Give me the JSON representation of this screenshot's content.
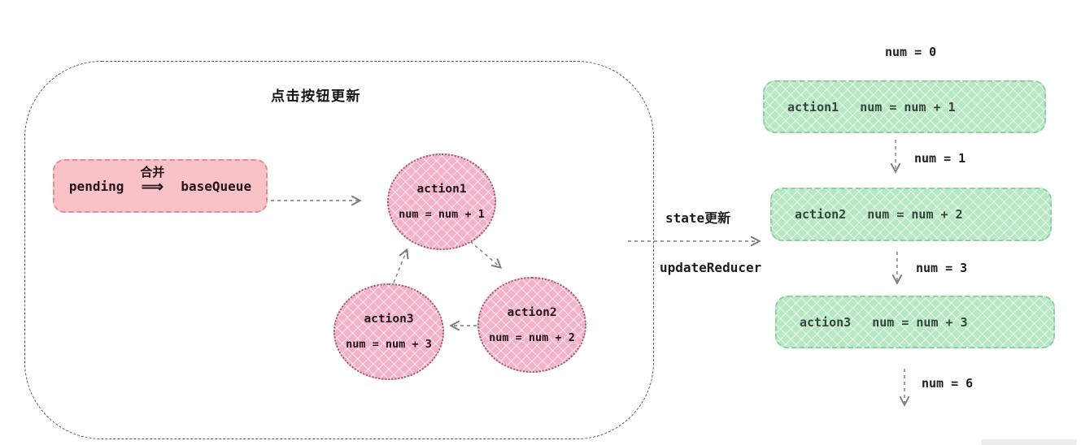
{
  "left_panel": {
    "title": "点击按钮更新",
    "merge_box": {
      "top_label": "合并",
      "left_term": "pending",
      "arrow_symbol": "⟹",
      "right_term": "baseQueue"
    },
    "nodes": [
      {
        "name": "action1",
        "expr": "num = num + 1"
      },
      {
        "name": "action2",
        "expr": "num = num + 2"
      },
      {
        "name": "action3",
        "expr": "num = num + 3"
      }
    ]
  },
  "transition": {
    "top_label": "state更新",
    "bottom_label": "updateReducer"
  },
  "right_panel": {
    "initial_value": "num = 0",
    "steps": [
      {
        "name": "action1",
        "expr": "num = num + 1",
        "result": "num = 1"
      },
      {
        "name": "action2",
        "expr": "num = num + 2",
        "result": "num = 3"
      },
      {
        "name": "action3",
        "expr": "num = num + 3",
        "result": "num = 6"
      }
    ]
  },
  "colors": {
    "pink_box_fill": "#f8c2c6",
    "pink_box_border": "#df8e96",
    "circle_fill": "#f1b2ca",
    "circle_border": "#a05a6e",
    "green_box_fill": "#b7e7c3",
    "green_box_border": "#8fcfa2",
    "arrow": "#7b7b7b",
    "container_border": "#5a5a5a",
    "dark_text": "#222222",
    "green_text": "#33463b"
  }
}
